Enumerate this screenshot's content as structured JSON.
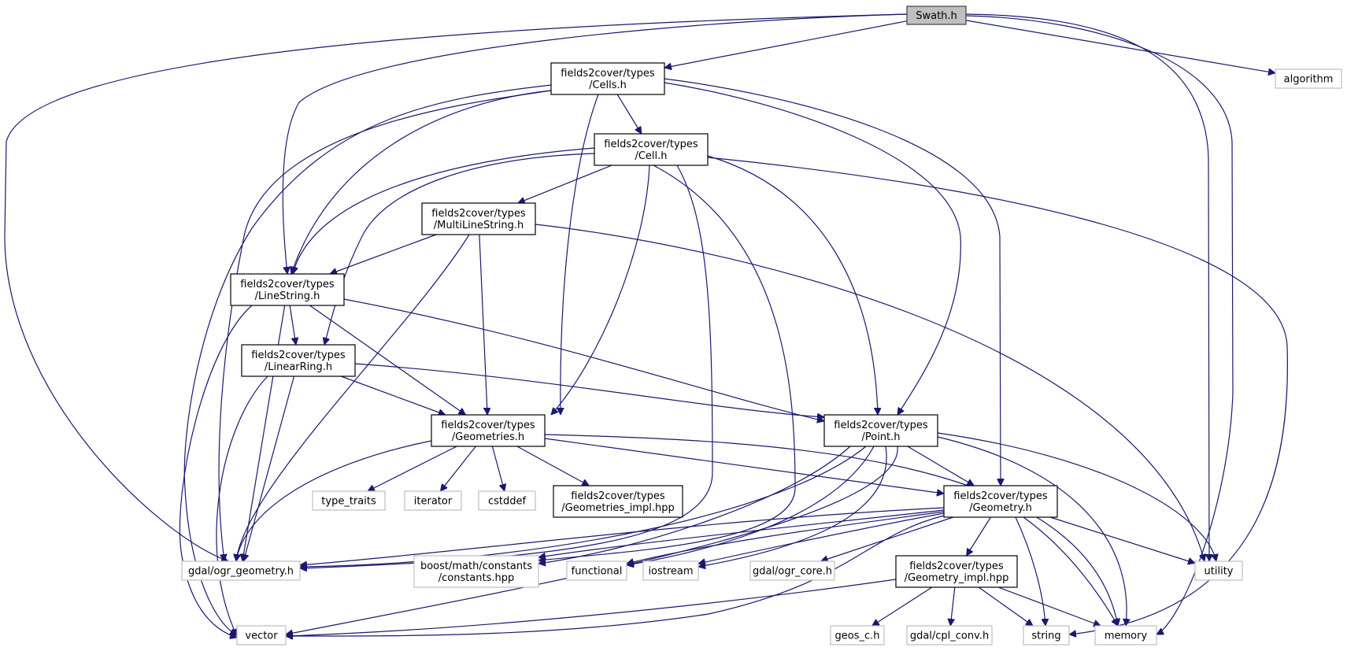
{
  "title": "Swath.h include dependency graph",
  "colors": {
    "edge": "#191970",
    "root_fill": "#bfbfbf",
    "root_stroke": "#404040",
    "internal_stroke": "#000000",
    "external_stroke": "#bfbfbf"
  },
  "nodes": [
    {
      "id": "swath",
      "kind": "root",
      "lines": [
        "Swath.h"
      ]
    },
    {
      "id": "cells",
      "kind": "internal",
      "lines": [
        "fields2cover/types",
        "/Cells.h"
      ]
    },
    {
      "id": "algorithm",
      "kind": "external",
      "lines": [
        "algorithm"
      ]
    },
    {
      "id": "cell",
      "kind": "internal",
      "lines": [
        "fields2cover/types",
        "/Cell.h"
      ]
    },
    {
      "id": "multilinestring",
      "kind": "internal",
      "lines": [
        "fields2cover/types",
        "/MultiLineString.h"
      ]
    },
    {
      "id": "linestring",
      "kind": "internal",
      "lines": [
        "fields2cover/types",
        "/LineString.h"
      ]
    },
    {
      "id": "linearring",
      "kind": "internal",
      "lines": [
        "fields2cover/types",
        "/LinearRing.h"
      ]
    },
    {
      "id": "geometries",
      "kind": "internal",
      "lines": [
        "fields2cover/types",
        "/Geometries.h"
      ]
    },
    {
      "id": "point",
      "kind": "internal",
      "lines": [
        "fields2cover/types",
        "/Point.h"
      ]
    },
    {
      "id": "type_traits",
      "kind": "external",
      "lines": [
        "type_traits"
      ]
    },
    {
      "id": "iterator",
      "kind": "external",
      "lines": [
        "iterator"
      ]
    },
    {
      "id": "cstddef",
      "kind": "external",
      "lines": [
        "cstddef"
      ]
    },
    {
      "id": "geometries_impl",
      "kind": "internal",
      "lines": [
        "fields2cover/types",
        "/Geometries_impl.hpp"
      ]
    },
    {
      "id": "geometry",
      "kind": "internal",
      "lines": [
        "fields2cover/types",
        "/Geometry.h"
      ]
    },
    {
      "id": "ogr_geometry",
      "kind": "external",
      "lines": [
        "gdal/ogr_geometry.h"
      ]
    },
    {
      "id": "boost_constants",
      "kind": "external",
      "lines": [
        "boost/math/constants",
        "/constants.hpp"
      ]
    },
    {
      "id": "functional",
      "kind": "external",
      "lines": [
        "functional"
      ]
    },
    {
      "id": "iostream",
      "kind": "external",
      "lines": [
        "iostream"
      ]
    },
    {
      "id": "ogr_core",
      "kind": "external",
      "lines": [
        "gdal/ogr_core.h"
      ]
    },
    {
      "id": "geometry_impl",
      "kind": "internal",
      "lines": [
        "fields2cover/types",
        "/Geometry_impl.hpp"
      ]
    },
    {
      "id": "utility",
      "kind": "external",
      "lines": [
        "utility"
      ]
    },
    {
      "id": "vector",
      "kind": "external",
      "lines": [
        "vector"
      ]
    },
    {
      "id": "geos_c",
      "kind": "external",
      "lines": [
        "geos_c.h"
      ]
    },
    {
      "id": "cpl_conv",
      "kind": "external",
      "lines": [
        "gdal/cpl_conv.h"
      ]
    },
    {
      "id": "string",
      "kind": "external",
      "lines": [
        "string"
      ]
    },
    {
      "id": "memory",
      "kind": "external",
      "lines": [
        "memory"
      ]
    }
  ],
  "edges": [
    [
      "swath",
      "cells"
    ],
    [
      "swath",
      "algorithm"
    ],
    [
      "swath",
      "linestring"
    ],
    [
      "swath",
      "ogr_geometry"
    ],
    [
      "swath",
      "utility"
    ],
    [
      "swath",
      "memory"
    ],
    [
      "cells",
      "cell"
    ],
    [
      "cells",
      "geometries"
    ],
    [
      "cells",
      "linestring"
    ],
    [
      "cells",
      "point"
    ],
    [
      "cells",
      "geometry"
    ],
    [
      "cells",
      "ogr_geometry"
    ],
    [
      "cells",
      "vector"
    ],
    [
      "cell",
      "multilinestring"
    ],
    [
      "cell",
      "linestring"
    ],
    [
      "cell",
      "linearring"
    ],
    [
      "cell",
      "geometries"
    ],
    [
      "cell",
      "point"
    ],
    [
      "cell",
      "ogr_geometry"
    ],
    [
      "cell",
      "boost_constants"
    ],
    [
      "cell",
      "string"
    ],
    [
      "multilinestring",
      "linestring"
    ],
    [
      "multilinestring",
      "geometries"
    ],
    [
      "multilinestring",
      "ogr_geometry"
    ],
    [
      "multilinestring",
      "utility"
    ],
    [
      "linestring",
      "linearring"
    ],
    [
      "linestring",
      "geometries"
    ],
    [
      "linestring",
      "point"
    ],
    [
      "linestring",
      "ogr_geometry"
    ],
    [
      "linestring",
      "vector"
    ],
    [
      "linearring",
      "geometries"
    ],
    [
      "linearring",
      "point"
    ],
    [
      "linearring",
      "ogr_geometry"
    ],
    [
      "linearring",
      "vector"
    ],
    [
      "geometries",
      "type_traits"
    ],
    [
      "geometries",
      "iterator"
    ],
    [
      "geometries",
      "cstddef"
    ],
    [
      "geometries",
      "geometries_impl"
    ],
    [
      "geometries",
      "geometry"
    ],
    [
      "geometries",
      "ogr_geometry"
    ],
    [
      "geometries",
      "memory"
    ],
    [
      "point",
      "geometry"
    ],
    [
      "point",
      "ogr_geometry"
    ],
    [
      "point",
      "boost_constants"
    ],
    [
      "point",
      "functional"
    ],
    [
      "point",
      "iostream"
    ],
    [
      "point",
      "vector"
    ],
    [
      "point",
      "utility"
    ],
    [
      "point",
      "memory"
    ],
    [
      "geometry",
      "ogr_geometry"
    ],
    [
      "geometry",
      "boost_constants"
    ],
    [
      "geometry",
      "functional"
    ],
    [
      "geometry",
      "iostream"
    ],
    [
      "geometry",
      "ogr_core"
    ],
    [
      "geometry",
      "geometry_impl"
    ],
    [
      "geometry",
      "utility"
    ],
    [
      "geometry",
      "string"
    ],
    [
      "geometry",
      "memory"
    ],
    [
      "geometry",
      "vector"
    ],
    [
      "geometry_impl",
      "vector"
    ],
    [
      "geometry_impl",
      "geos_c"
    ],
    [
      "geometry_impl",
      "cpl_conv"
    ],
    [
      "geometry_impl",
      "string"
    ],
    [
      "geometry_impl",
      "memory"
    ]
  ]
}
